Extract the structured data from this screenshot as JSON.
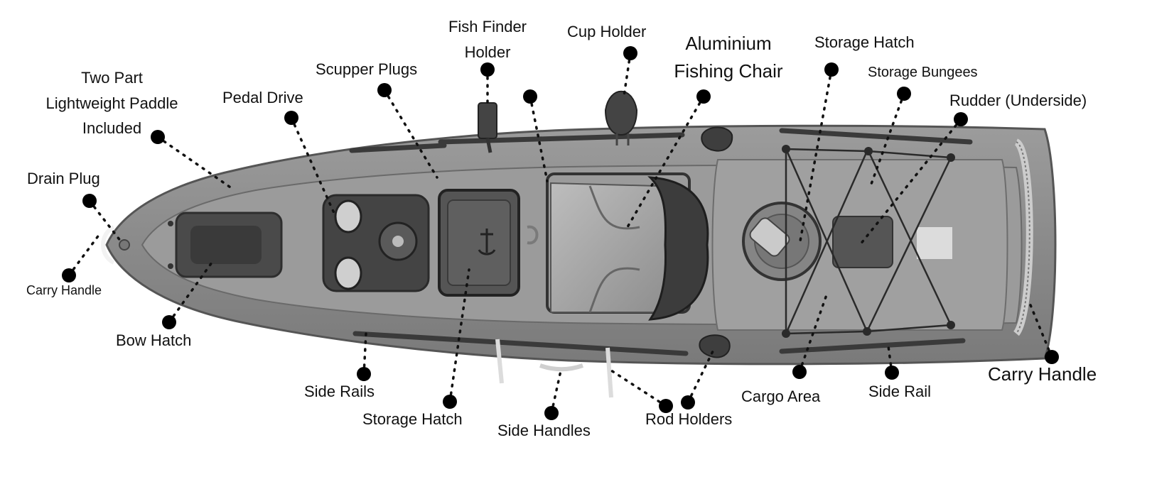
{
  "labels": {
    "two_part_paddle": [
      "Two Part",
      "Lightweight Paddle",
      "Included"
    ],
    "drain_plug": "Drain Plug",
    "carry_handle_bow": "Carry Handle",
    "bow_hatch": "Bow Hatch",
    "pedal_drive": "Pedal Drive",
    "scupper_plugs": "Scupper Plugs",
    "fish_finder_holder": [
      "Fish Finder",
      "Holder"
    ],
    "cup_holder": "Cup Holder",
    "aluminium_chair": [
      "Aluminium",
      "Fishing Chair"
    ],
    "storage_hatch_top": "Storage Hatch",
    "storage_bungees": "Storage Bungees",
    "rudder": "Rudder (Underside)",
    "side_rails": "Side Rails",
    "storage_hatch_bottom": "Storage Hatch",
    "side_handles": "Side Handles",
    "rod_holders": "Rod Holders",
    "cargo_area": "Cargo Area",
    "side_rail": "Side Rail",
    "carry_handle_stern": "Carry Handle"
  },
  "colors": {
    "hull": "#8d8d8d",
    "deck": "#a3a3a3",
    "dark": "#3a3a3a",
    "leader": "#111111"
  }
}
